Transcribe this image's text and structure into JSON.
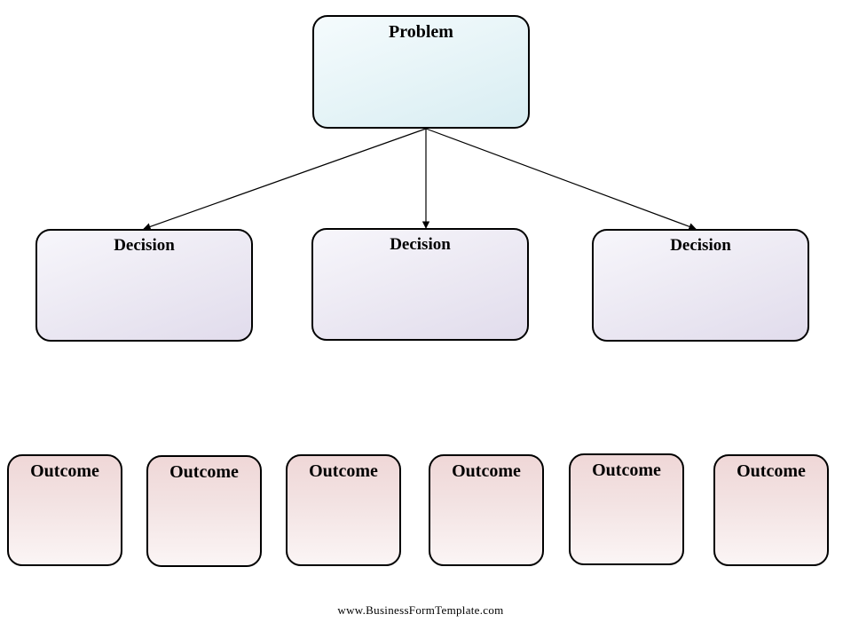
{
  "diagram": {
    "problem": {
      "label": "Problem"
    },
    "decisions": [
      {
        "label": "Decision"
      },
      {
        "label": "Decision"
      },
      {
        "label": "Decision"
      }
    ],
    "outcomes": [
      {
        "label": "Outcome"
      },
      {
        "label": "Outcome"
      },
      {
        "label": "Outcome"
      },
      {
        "label": "Outcome"
      },
      {
        "label": "Outcome"
      },
      {
        "label": "Outcome"
      }
    ],
    "connectors": [
      {
        "from": "problem",
        "to": "decision-1"
      },
      {
        "from": "problem",
        "to": "decision-2"
      },
      {
        "from": "problem",
        "to": "decision-3"
      }
    ]
  },
  "colors": {
    "problem_fill": "#e8f5f8",
    "decision_fill": "#ece9f3",
    "outcome_fill": "#f3e3e3",
    "stroke": "#000000"
  },
  "footer": {
    "url": "www.BusinessFormTemplate.com"
  }
}
